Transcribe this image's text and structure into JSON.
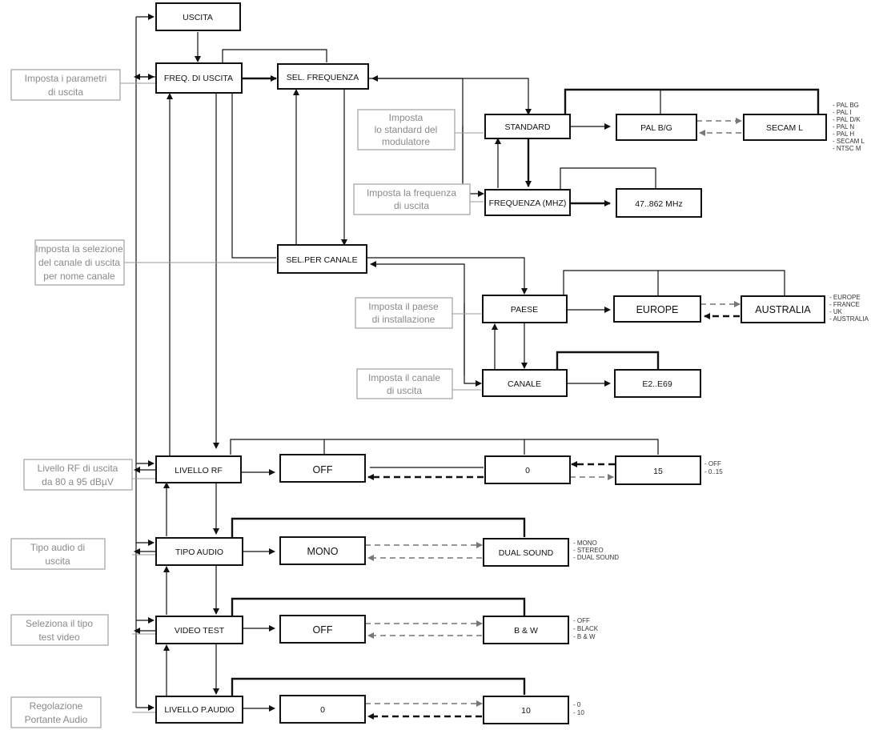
{
  "menu": {
    "uscita": "USCITA",
    "freq_uscita": "FREQ. DI USCITA",
    "sel_frequenza": "SEL. FREQUENZA",
    "standard": "STANDARD",
    "pal_bg": "PAL B/G",
    "secam_l": "SECAM L",
    "frequenza_mhz": "FREQUENZA (MHZ)",
    "freq_range": "47..862  MHz",
    "sel_per_canale": "SEL.PER CANALE",
    "paese": "PAESE",
    "europe": "EUROPE",
    "australia": "AUSTRALIA",
    "canale": "CANALE",
    "channel_range": "E2..E69",
    "livello_rf": "LIVELLO RF",
    "rf_off": "OFF",
    "rf_0": "0",
    "rf_15": "15",
    "tipo_audio": "TIPO AUDIO",
    "mono": "MONO",
    "dual_sound": "DUAL SOUND",
    "video_test": "VIDEO TEST",
    "vt_off": "OFF",
    "bw": "B & W",
    "livello_paudio": "LIVELLO P.AUDIO",
    "pa_0": "0",
    "pa_10": "10"
  },
  "notes": {
    "uscita": [
      "Imposta i parametri",
      "di uscita"
    ],
    "standard": [
      "Imposta",
      "lo standard del",
      "modulatore"
    ],
    "frequenza": [
      "Imposta la frequenza",
      "di uscita"
    ],
    "canale_sel": [
      "Imposta la selezione",
      "del canale di uscita",
      "per nome canale"
    ],
    "paese": [
      "Imposta il paese",
      "di installazione"
    ],
    "canale": [
      "Imposta il canale",
      "di uscita"
    ],
    "livello_rf": [
      "Livello RF di uscita",
      "da 80 a 95 dBµV"
    ],
    "tipo_audio": [
      "Tipo audio di",
      "uscita"
    ],
    "video_test": [
      "Seleziona il tipo",
      "test video"
    ],
    "portante": [
      "Regolazione",
      "Portante Audio"
    ]
  },
  "options": {
    "standard": [
      "- PAL BG",
      "- PAL I",
      "- PAL D/K",
      "- PAL N",
      "- PAL H",
      "- SECAM L",
      "- NTSC M"
    ],
    "paese": [
      "- EUROPE",
      "- FRANCE",
      "- UK",
      "- AUSTRALIA"
    ],
    "livello_rf": [
      "- OFF",
      "- 0..15"
    ],
    "tipo_audio": [
      "- MONO",
      "- STEREO",
      "- DUAL SOUND"
    ],
    "video_test": [
      "- OFF",
      "- BLACK",
      "- B & W"
    ],
    "portante": [
      "- 0",
      "- 10"
    ]
  }
}
